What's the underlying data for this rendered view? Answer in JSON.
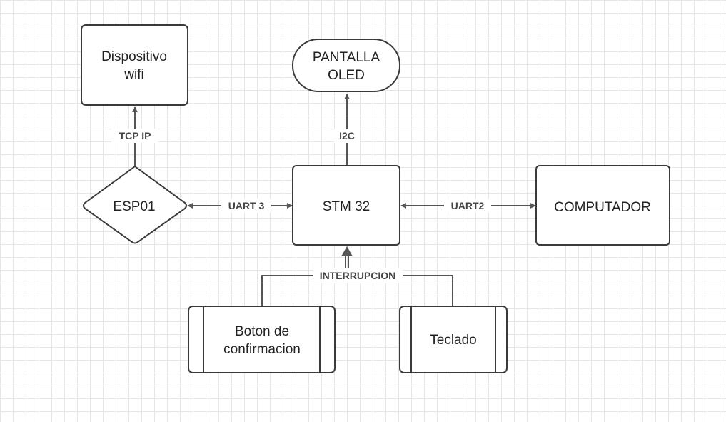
{
  "nodes": {
    "dispositivo_wifi": {
      "line1": "Dispositivo",
      "line2": "wifi"
    },
    "pantalla_oled": {
      "line1": "PANTALLA",
      "line2": "OLED"
    },
    "esp01": {
      "label": "ESP01"
    },
    "stm32": {
      "label": "STM 32"
    },
    "computador": {
      "label": "COMPUTADOR"
    },
    "boton": {
      "line1": "Boton de",
      "line2": "confirmacion"
    },
    "teclado": {
      "label": "Teclado"
    }
  },
  "edges": {
    "tcp_ip": "TCP IP",
    "i2c": "I2C",
    "uart3": "UART 3",
    "uart2": "UART2",
    "interrupcion": "INTERRUPCION"
  },
  "colors": {
    "stroke": "#3a3a3a",
    "edge": "#555555",
    "grid": "#e6e6e6",
    "background": "#ffffff"
  }
}
